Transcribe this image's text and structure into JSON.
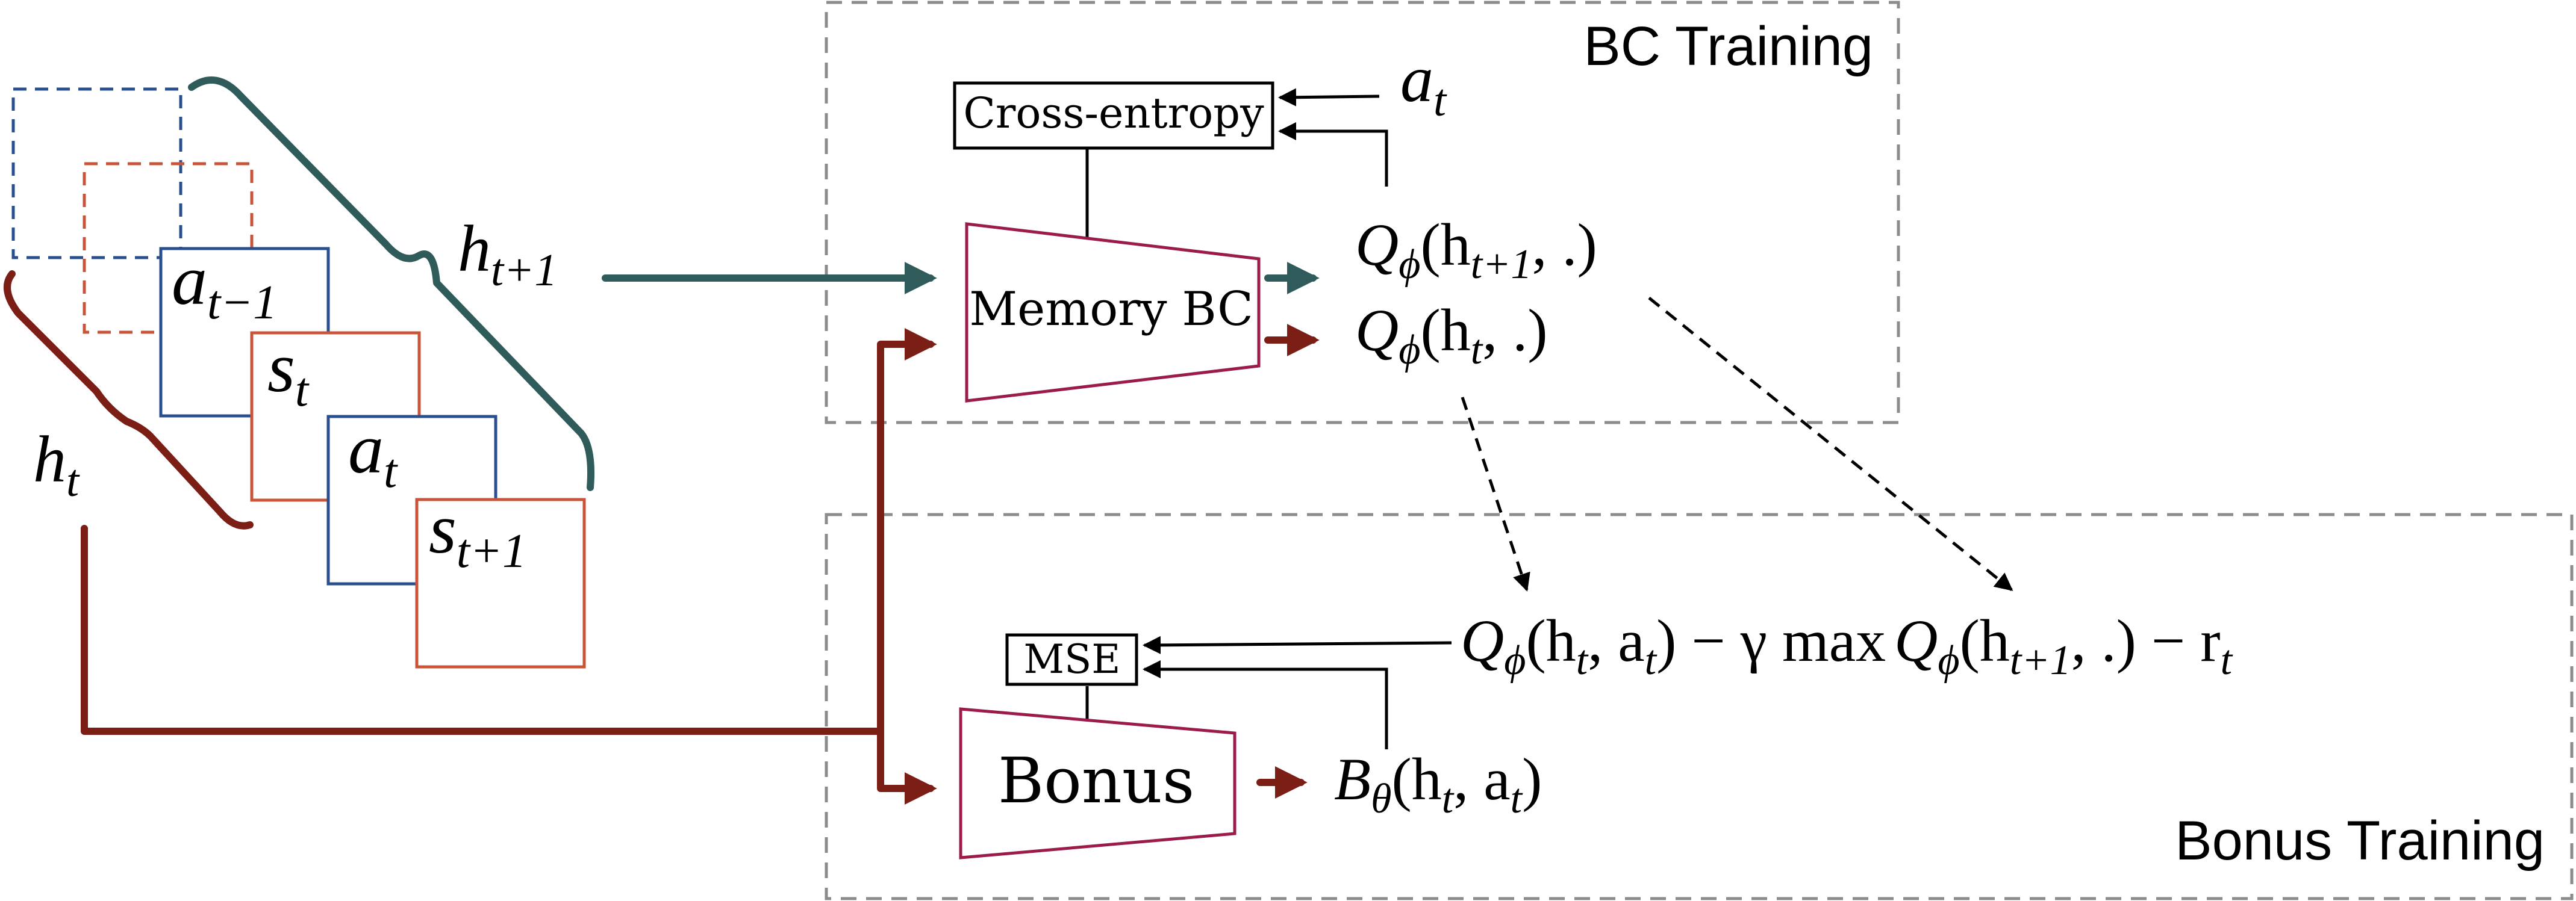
{
  "regions": {
    "bc_training": "BC  Training",
    "bonus_training": "Bonus Training"
  },
  "boxes": {
    "cross_entropy": "Cross-entropy",
    "memory_bc": "Memory BC",
    "mse": "MSE",
    "bonus": "Bonus"
  },
  "sequence": {
    "a_prev": "t−1",
    "s_t": "t",
    "a_t": "t",
    "s_next": "t+1"
  },
  "history": {
    "h_t_sub": "t",
    "h_next_sub": "t+1"
  },
  "bc_outputs": {
    "target_action_sub": "t",
    "q_next_args": "(h",
    "q_next_sub": "t+1",
    "q_next_tail": ", .)",
    "q_cur_args": "(h",
    "q_cur_sub": "t",
    "q_cur_tail": ", .)"
  },
  "bonus_outputs": {
    "td_part1": "(h",
    "td_part2": ", a",
    "td_part3": ") − γ max",
    "td_part4": "(h",
    "td_part5": ", .) − r",
    "bonus_part1": "(h",
    "bonus_part2": ", a",
    "bonus_part3": ")"
  },
  "colors": {
    "teal": "#2f5b5b",
    "dark_red": "#7a1e16",
    "frame_blue": "#2a4f8f",
    "frame_red": "#c8553a",
    "network_border": "#9b1b4b",
    "dashed_region": "#8c8c8c"
  }
}
